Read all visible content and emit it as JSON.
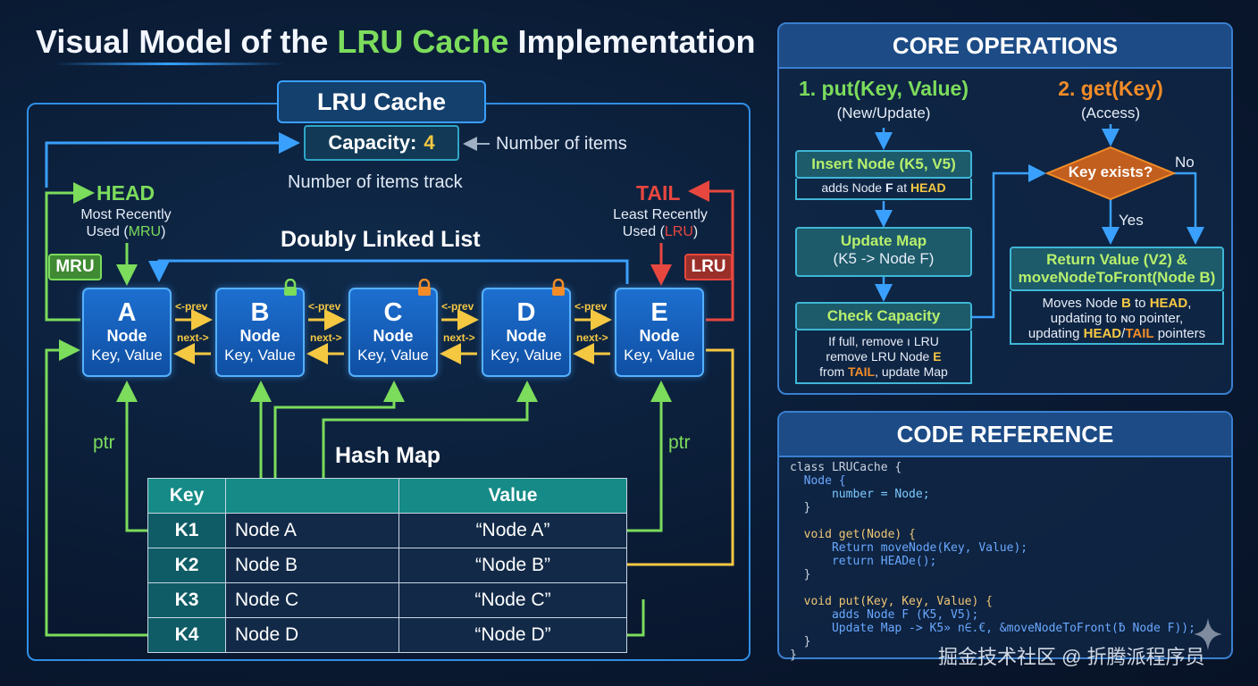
{
  "title": {
    "prefix": "Visual Model of the ",
    "highlight": "LRU Cache",
    "suffix": " Implementation"
  },
  "cache": {
    "label": "LRU Cache",
    "capacity_label": "Capacity:",
    "capacity_value": "4",
    "capacity_note": "Number of items",
    "track_note": "Number of items track"
  },
  "list": {
    "title": "Doubly Linked List",
    "head": {
      "label": "HEAD",
      "desc1": "Most Recently",
      "desc2": "Used (",
      "abbr": "MRU",
      "desc3": ")",
      "tag": "MRU"
    },
    "tail": {
      "label": "TAIL",
      "desc1": "Least Recently",
      "desc2": "Used (",
      "abbr": "LRU",
      "desc3": ")",
      "tag": "LRU"
    },
    "nodes": [
      {
        "letter": "A",
        "word": "Node",
        "kv": "Key, Value"
      },
      {
        "letter": "B",
        "word": "Node",
        "kv": "Key, Value"
      },
      {
        "letter": "C",
        "word": "Node",
        "kv": "Key, Value"
      },
      {
        "letter": "D",
        "word": "Node",
        "kv": "Key, Value"
      },
      {
        "letter": "E",
        "word": "Node",
        "kv": "Key, Value"
      }
    ],
    "prev_label": "<-prev",
    "next_label": "next->",
    "ptr_label": "ptr"
  },
  "hashmap": {
    "title": "Hash Map",
    "headers": [
      "Key",
      "",
      "Value"
    ],
    "rows": [
      {
        "key": "K1",
        "node": "Node A",
        "value": "“Node A”"
      },
      {
        "key": "K2",
        "node": "Node B",
        "value": "“Node B”"
      },
      {
        "key": "K3",
        "node": "Node C",
        "value": "“Node C”"
      },
      {
        "key": "K4",
        "node": "Node D",
        "value": "“Node D”"
      }
    ]
  },
  "ops": {
    "title": "CORE OPERATIONS",
    "put": {
      "title": "1. put(Key, Value)",
      "sub": "(New/Update)"
    },
    "get": {
      "title": "2. get(Key)",
      "sub": "(Access)"
    },
    "insert": {
      "title": "Insert Node (K5, V5)",
      "desc_a": "adds Node ",
      "desc_b": "F",
      "desc_c": " at ",
      "desc_d": "HEAD"
    },
    "update_map": {
      "title1": "Update Map",
      "title2": "(K5 -> Node F)"
    },
    "check": {
      "title": "Check Capacity",
      "l1": "If full, remove ı LRU",
      "l2a": "remove LRU Node ",
      "l2b": "E",
      "l3a": "from ",
      "l3b": "TAIL",
      "l3c": ", update Map"
    },
    "decision": {
      "label": "Key exists?",
      "no": "No",
      "yes": "Yes"
    },
    "ret": {
      "title1": "Return Value (V2) &",
      "title2": "moveNodeToFront(Node B)",
      "l1a": "Moves Node ",
      "l1b": "B",
      "l1c": " to ",
      "l1d": "HEAD",
      "l1e": ",",
      "l2": "updating to ɴo pointer,",
      "l3a": "updating ",
      "l3b": "HEAD",
      "l3c": "/",
      "l3d": "TAIL",
      "l3e": " pointers"
    }
  },
  "code": {
    "title": "CODE REFERENCE",
    "lines": [
      "class LRUCache {",
      "  Node {",
      "      number = Node;",
      "  }",
      "",
      "  void get(Node) {",
      "      Return moveNode(Key, Value);",
      "      return HEADe();",
      "  }",
      "",
      "  void put(Key, Key, Value) {",
      "      adds Node F (K5, V5);",
      "      Update Map -> K5» n∈.€, &moveNodeToFront(ƀ Node F));",
      "  }",
      "}"
    ]
  },
  "watermark": "掘金技术社区 @ 折腾派程序员",
  "colors": {
    "accent_blue": "#2f8fe6",
    "green": "#7cdc5c",
    "red": "#e8473f",
    "yellow": "#f5c842",
    "orange": "#f28c28",
    "teal": "#158a86"
  }
}
